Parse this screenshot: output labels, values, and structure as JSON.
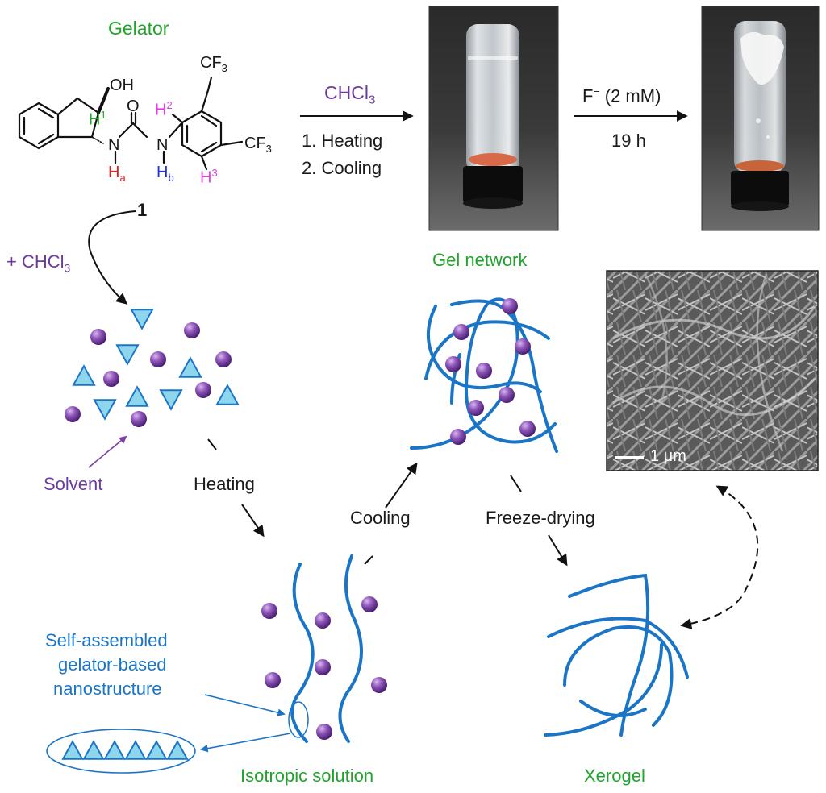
{
  "gelator": {
    "title": "Gelator",
    "compound_number": "1",
    "atoms": {
      "oh": "OH",
      "o": "O",
      "n1": "N",
      "n2": "N",
      "cf3_top": "CF",
      "cf3_right": "CF",
      "sub3": "3",
      "h1": "H",
      "h1_sup": "1",
      "h2": "H",
      "h2_sup": "2",
      "h3": "H",
      "h3_sup": "3",
      "ha": "H",
      "ha_sub": "a",
      "hb": "H",
      "hb_sub": "b"
    },
    "colors": {
      "h1": "#22a32c",
      "h2h3": "#e040e0",
      "ha": "#e02020",
      "hb": "#2030e0"
    }
  },
  "reaction1": {
    "solvent": "CHCl",
    "solvent_sub": "3",
    "step1": "1. Heating",
    "step2": "2. Cooling"
  },
  "reaction2": {
    "reagent": "F",
    "reagent_sup": "−",
    "reagent_conc": " (2 mM)",
    "time": "19 h"
  },
  "labels": {
    "plus_chcl3": "+ CHCl",
    "plus_chcl3_sub": "3",
    "solvent": "Solvent",
    "heating": "Heating",
    "cooling": "Cooling",
    "freeze_drying": "Freeze-drying",
    "gel_network": "Gel network",
    "isotropic_solution": "Isotropic solution",
    "xerogel": "Xerogel",
    "self_assembled_1": "Self-assembled",
    "self_assembled_2": "gelator-based",
    "self_assembled_3": "nanostructure",
    "scale_bar": "1 μm"
  },
  "colors": {
    "fiber": "#1b75c6",
    "sphere": "#7b3fa6",
    "triangle_fill": "#8ed6ee",
    "triangle_stroke": "#1b75c6",
    "label_green": "#22a32c",
    "label_purple": "#6b3aa0"
  }
}
